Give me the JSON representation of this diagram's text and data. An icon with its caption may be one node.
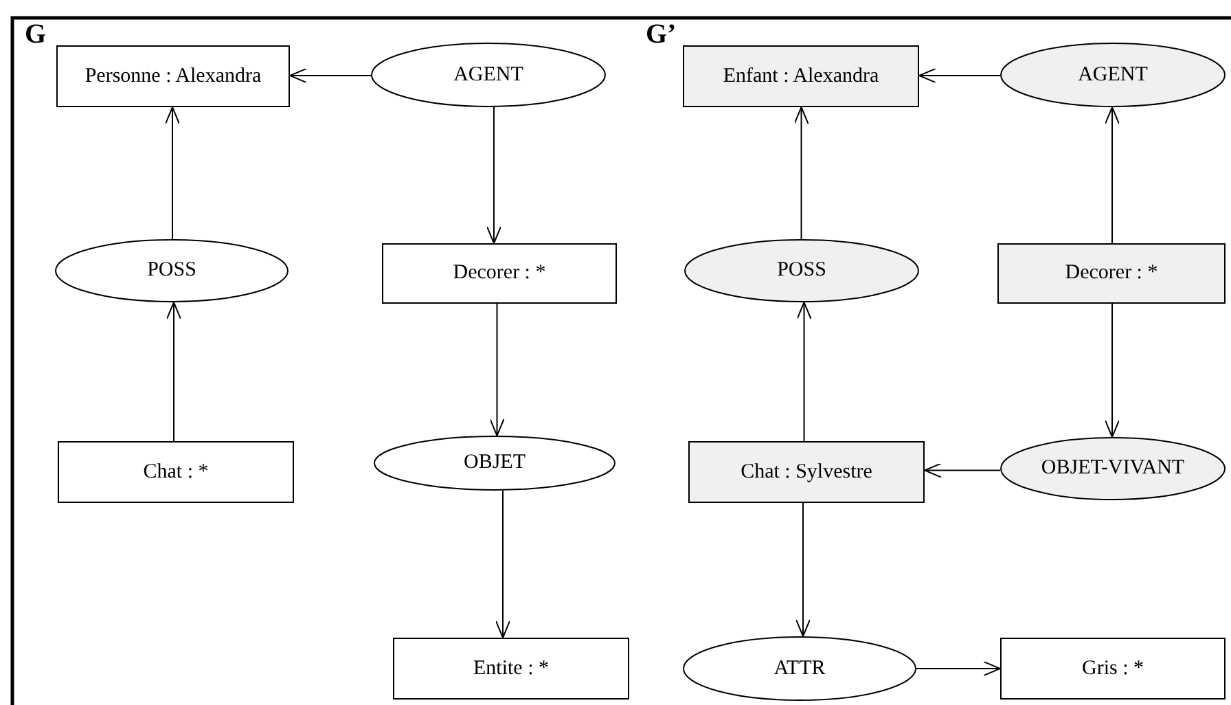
{
  "diagram": {
    "nodes": [
      {
        "text": [
          "Personne : Alexandra"
        ]
      },
      {
        "text": [
          "AGENT"
        ]
      },
      {
        "text": [
          "POSS"
        ]
      },
      {
        "text": [
          "Decorer : *"
        ]
      },
      {
        "text": [
          "Chat : *"
        ]
      },
      {
        "text": [
          "OBJET"
        ]
      },
      {
        "text": [
          "Entite : *"
        ]
      },
      {
        "text": [
          "Enfant : Alexandra"
        ]
      },
      {
        "text": [
          "AGENT"
        ]
      },
      {
        "text": [
          "POSS"
        ]
      },
      {
        "text": [
          "Decorer : *"
        ]
      },
      {
        "text": [
          "Chat : Sylvestre"
        ]
      },
      {
        "text": [
          "OBJET-VIVANT"
        ]
      },
      {
        "text": [
          "ATTR"
        ]
      },
      {
        "text": [
          "Gris : *"
        ]
      }
    ],
    "edges": [
      {
        "from": 1,
        "to": 0,
        "arrow": "to"
      },
      {
        "from": 1,
        "to": 3,
        "arrow": "to"
      },
      {
        "from": 2,
        "to": 0,
        "arrow": "to"
      },
      {
        "from": 4,
        "to": 2,
        "arrow": "to"
      },
      {
        "from": 3,
        "to": 5,
        "arrow": "to"
      },
      {
        "from": 5,
        "to": 6,
        "arrow": "to"
      },
      {
        "from": 8,
        "to": 7,
        "arrow": "to"
      },
      {
        "from": 10,
        "to": 8,
        "arrow": "to"
      },
      {
        "from": 9,
        "to": 7,
        "arrow": "to"
      },
      {
        "from": 11,
        "to": 9,
        "arrow": "to"
      },
      {
        "from": 10,
        "to": 12,
        "arrow": "to"
      },
      {
        "from": 12,
        "to": 11,
        "arrow": "to"
      },
      {
        "from": 11,
        "to": 13,
        "arrow": "to"
      },
      {
        "from": 13,
        "to": 14,
        "arrow": "to"
      }
    ],
    "labels": [
      "G",
      "G’"
    ]
  }
}
